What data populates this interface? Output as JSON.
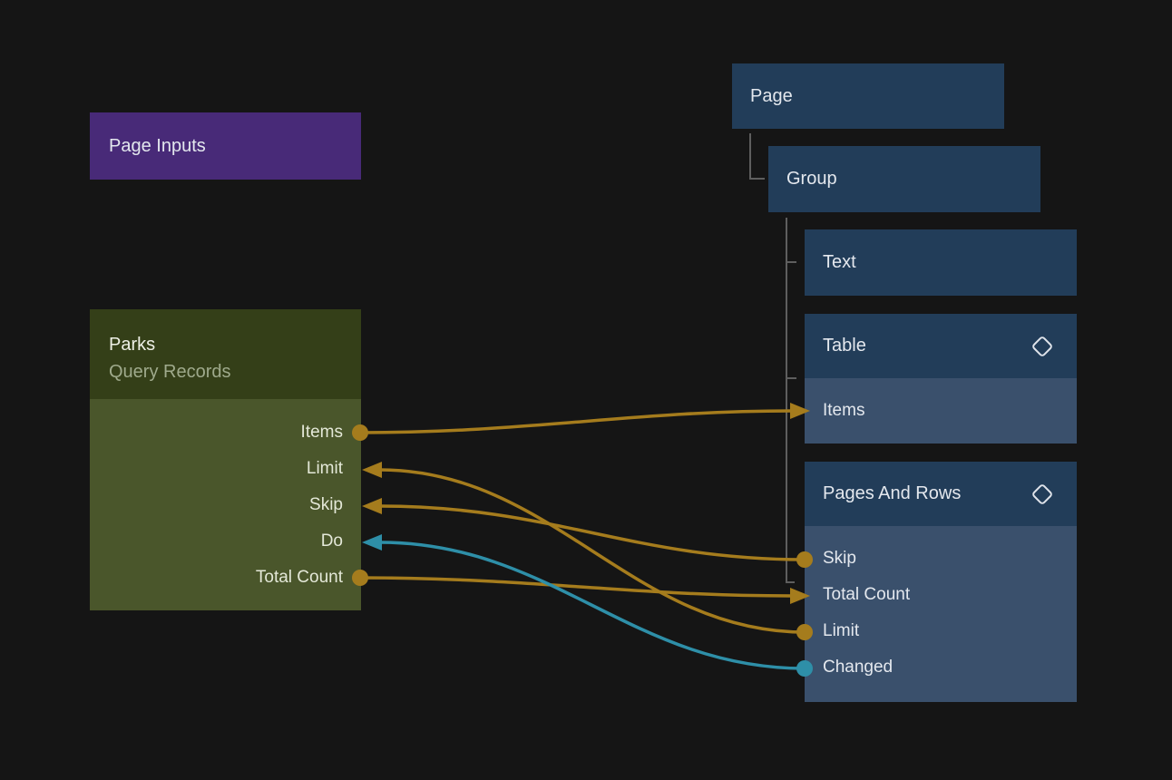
{
  "colors": {
    "background": "#151515",
    "purple": "#482a78",
    "olive_header": "#343f18",
    "olive_body": "#4a562b",
    "blue_header": "#223d59",
    "blue_row": "#3a506c",
    "gold": "#a57c1d",
    "teal": "#2e8fa8",
    "tree_line": "#5e5e5e",
    "text_primary": "#e4e8ee",
    "text_muted": "#9faa8c"
  },
  "page_inputs": {
    "title": "Page Inputs"
  },
  "parks": {
    "title": "Parks",
    "subtitle": "Query Records",
    "ports": [
      {
        "label": "Items",
        "direction": "output",
        "color": "gold"
      },
      {
        "label": "Limit",
        "direction": "input",
        "color": "gold"
      },
      {
        "label": "Skip",
        "direction": "input",
        "color": "gold"
      },
      {
        "label": "Do",
        "direction": "input",
        "color": "teal"
      },
      {
        "label": "Total Count",
        "direction": "output",
        "color": "gold"
      }
    ]
  },
  "component_tree": {
    "page": {
      "label": "Page"
    },
    "group": {
      "label": "Group"
    },
    "text": {
      "label": "Text"
    },
    "table": {
      "label": "Table",
      "badge": "diamond",
      "rows": [
        {
          "label": "Items",
          "direction": "input",
          "color": "gold"
        }
      ]
    },
    "pages_and_rows": {
      "label": "Pages And Rows",
      "badge": "diamond",
      "rows": [
        {
          "label": "Skip",
          "direction": "output",
          "color": "gold"
        },
        {
          "label": "Total Count",
          "direction": "input",
          "color": "gold"
        },
        {
          "label": "Limit",
          "direction": "output",
          "color": "gold"
        },
        {
          "label": "Changed",
          "direction": "output",
          "color": "teal"
        }
      ]
    }
  },
  "connections": [
    {
      "from": "Parks.Items",
      "to": "Table.Items",
      "color": "gold"
    },
    {
      "from": "Pages And Rows.Skip",
      "to": "Parks.Skip",
      "color": "gold"
    },
    {
      "from": "Parks.Total Count",
      "to": "Pages And Rows.Total Count",
      "color": "gold"
    },
    {
      "from": "Pages And Rows.Limit",
      "to": "Parks.Limit",
      "color": "gold"
    },
    {
      "from": "Pages And Rows.Changed",
      "to": "Parks.Do",
      "color": "teal"
    }
  ]
}
